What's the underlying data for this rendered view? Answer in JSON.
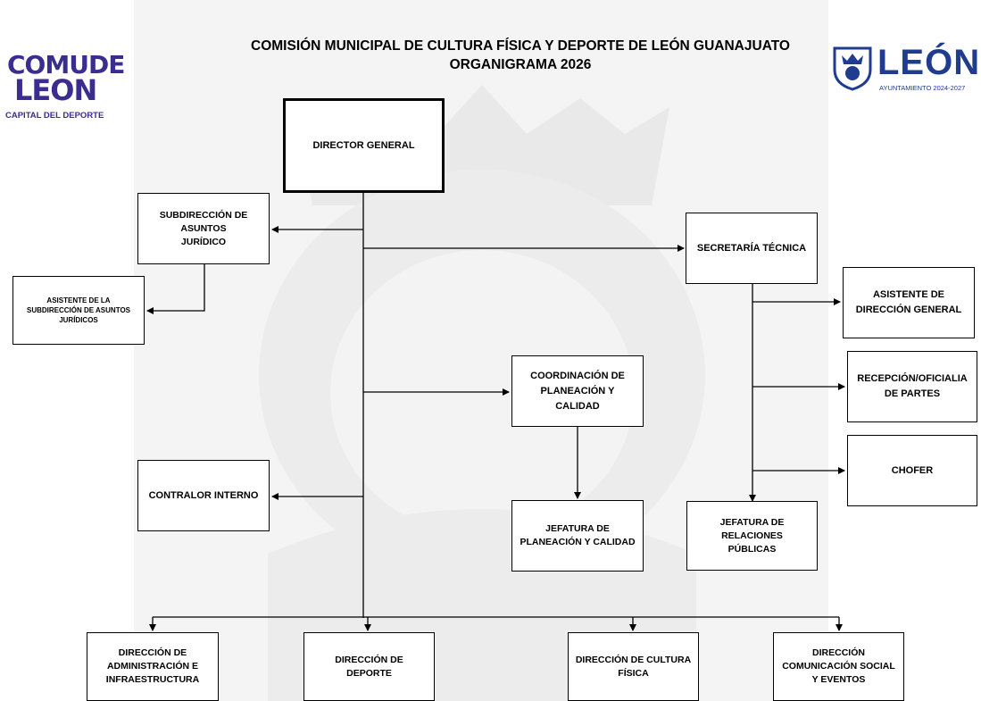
{
  "header": {
    "title_line1": "COMISIÓN MUNICIPAL DE CULTURA FÍSICA Y DEPORTE DE LEÓN GUANAJUATO",
    "title_line2": "ORGANIGRAMA 2026"
  },
  "logos": {
    "left": {
      "word1": "COMUDE",
      "word2": "LEON",
      "caption": "CAPITAL DEL DEPORTE",
      "color": "#3b2d8f"
    },
    "right": {
      "name": "LEÓN",
      "caption": "AYUNTAMIENTO 2024-2027",
      "color": "#1f3c8f",
      "icon": "coat-of-arms-icon"
    }
  },
  "org_chart": {
    "director": "DIRECTOR GENERAL",
    "subdireccion_juridico": "SUBDIRECCIÓN DE\nASUNTOS\nJURÍDICO",
    "asistente_juridico": "ASISTENTE DE LA\nSUBDIRECCIÓN DE ASUNTOS\nJURÍDICOS",
    "secretaria_tecnica": "SECRETARÍA TÉCNICA",
    "asistente_direccion": "ASISTENTE DE\nDIRECCIÓN GENERAL",
    "recepcion": "RECEPCIÓN/OFICIALIA\nDE PARTES",
    "chofer": "CHOFER",
    "coordinacion_planeacion": "COORDINACIÓN DE\nPLANEACIÓN Y\nCALIDAD",
    "jefatura_planeacion": "JEFATURA DE\nPLANEACIÓN Y CALIDAD",
    "jefatura_relaciones": "JEFATURA DE\nRELACIONES\nPÚBLICAS",
    "contralor": "CONTRALOR INTERNO",
    "direccion_administracion": "DIRECCIÓN  DE\nADMINISTRACIÓN E\nINFRAESTRUCTURA",
    "direccion_deporte": "DIRECCIÓN DE\nDEPORTE",
    "direccion_cultura": "DIRECCIÓN DE CULTURA\nFÍSICA",
    "direccion_comunicacion": "DIRECCIÓN\nCOMUNICACIÓN SOCIAL\nY EVENTOS"
  }
}
